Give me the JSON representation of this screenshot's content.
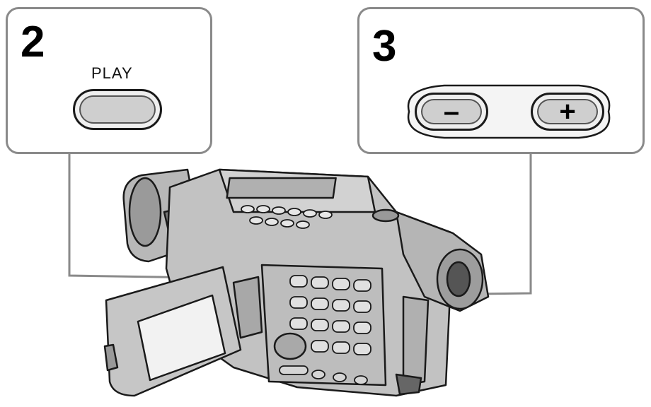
{
  "step2": {
    "number": "2",
    "button_label": "PLAY"
  },
  "step3": {
    "number": "3",
    "minus_symbol": "–",
    "plus_symbol": "+"
  },
  "colors": {
    "outline": "#8a8a8a",
    "button_fill": "#cfcfcf",
    "camera_body": "#bdbdbd",
    "ink": "#1a1a1a"
  }
}
